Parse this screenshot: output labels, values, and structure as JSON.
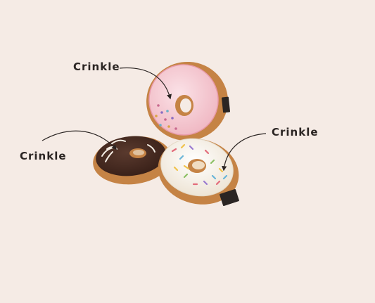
{
  "image": {
    "background_color": "#f5ebe5",
    "subject": "three plush donut dog toys"
  },
  "annotations": [
    {
      "id": "pink-donut",
      "label": "Crinkle"
    },
    {
      "id": "chocolate-donut",
      "label": "Crinkle"
    },
    {
      "id": "vanilla-donut",
      "label": "Crinkle"
    }
  ],
  "colors": {
    "pink_frosting": "#f6ccd4",
    "chocolate_frosting": "#4a2c22",
    "vanilla_frosting": "#f8f3e9",
    "dough": "#c58345",
    "arrow": "#2b2523"
  }
}
